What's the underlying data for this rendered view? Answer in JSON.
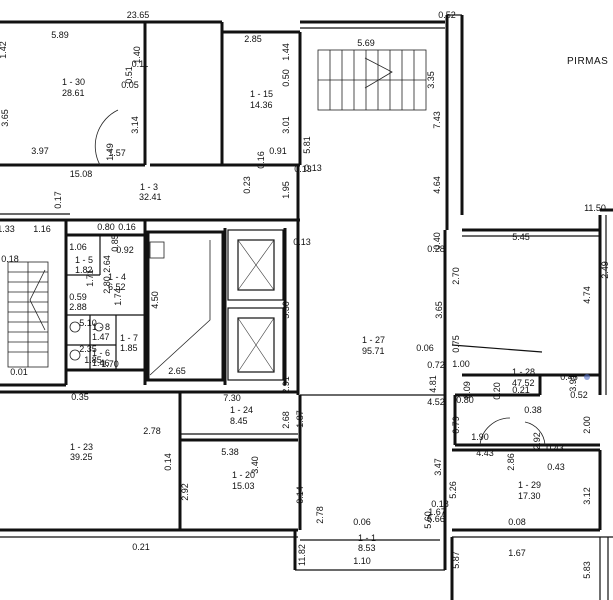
{
  "plan": {
    "floor_label": "PIRMAS",
    "rooms": [
      {
        "id": "1 - 30",
        "area": "28.61"
      },
      {
        "id": "1 - 15",
        "area": "14.36"
      },
      {
        "id": "1 - 3",
        "area": "32.41"
      },
      {
        "id": "1 - 5",
        "area": "1.82"
      },
      {
        "id": "1 - 4",
        "area": "6.52"
      },
      {
        "id": "1 - 8",
        "area": "1.47"
      },
      {
        "id": "1 - 6",
        "area": "1.46"
      },
      {
        "id": "1 - 7",
        "area": "1.85"
      },
      {
        "id": "1 - 27",
        "area": "95.71"
      },
      {
        "id": "1 - 28",
        "area": "47.52"
      },
      {
        "id": "1 - 24",
        "area": "8.45"
      },
      {
        "id": "1 - 20",
        "area": "15.03"
      },
      {
        "id": "1 - 23",
        "area": "39.25"
      },
      {
        "id": "1 - 29",
        "area": "17.30"
      },
      {
        "id": "1 - 1",
        "area": "8.53"
      }
    ],
    "dimensions": [
      "23.65",
      "0.52",
      "1.42",
      "5.89",
      "1.40",
      "0.51",
      "0.11",
      "0.05",
      "2.85",
      "1.44",
      "0.50",
      "5.69",
      "3.35",
      "3.65",
      "3.14",
      "1.49",
      "1.57",
      "3.97",
      "3.01",
      "0.91",
      "0.16",
      "5.81",
      "0.13",
      "7.43",
      "15.08",
      "0.23",
      "1.95",
      "0.13",
      "4.64",
      "0.17",
      "1.33",
      "1.16",
      "0.80",
      "0.85",
      "0.16",
      "0.13",
      "0.40",
      "5.45",
      "11.50",
      "0.18",
      "1.06",
      "2.64",
      "0.92",
      "1.71",
      "2.80",
      "0.28",
      "2.70",
      "4.74",
      "2.49",
      "0.59",
      "2.88",
      "1.74",
      "4.50",
      "5.30",
      "0.06",
      "3.65",
      "5.10",
      "0.75",
      "2.35",
      "1.70",
      "1.85",
      "1.00",
      "0.46",
      "0.01",
      "2.65",
      "2.91",
      "0.72",
      "0.21",
      "4.81",
      "0.80",
      "0.38",
      "3.91",
      "0.52",
      "0.35",
      "7.30",
      "4.52",
      "0.20",
      "0.09",
      "0.79",
      "2.00",
      "2.68",
      "1.87",
      "1.90",
      "2.92",
      "0.43",
      "2.78",
      "0.14",
      "5.38",
      "4.43",
      "2.86",
      "0.43",
      "2.92",
      "3.40",
      "0.14",
      "3.47",
      "5.26",
      "3.12",
      "2.78",
      "0.06",
      "5.60",
      "0.08",
      "5.66",
      "0.21",
      "11.82",
      "1.10",
      "5.87",
      "1.67",
      "5.83",
      "1.67",
      "0.18",
      "0.19"
    ]
  }
}
